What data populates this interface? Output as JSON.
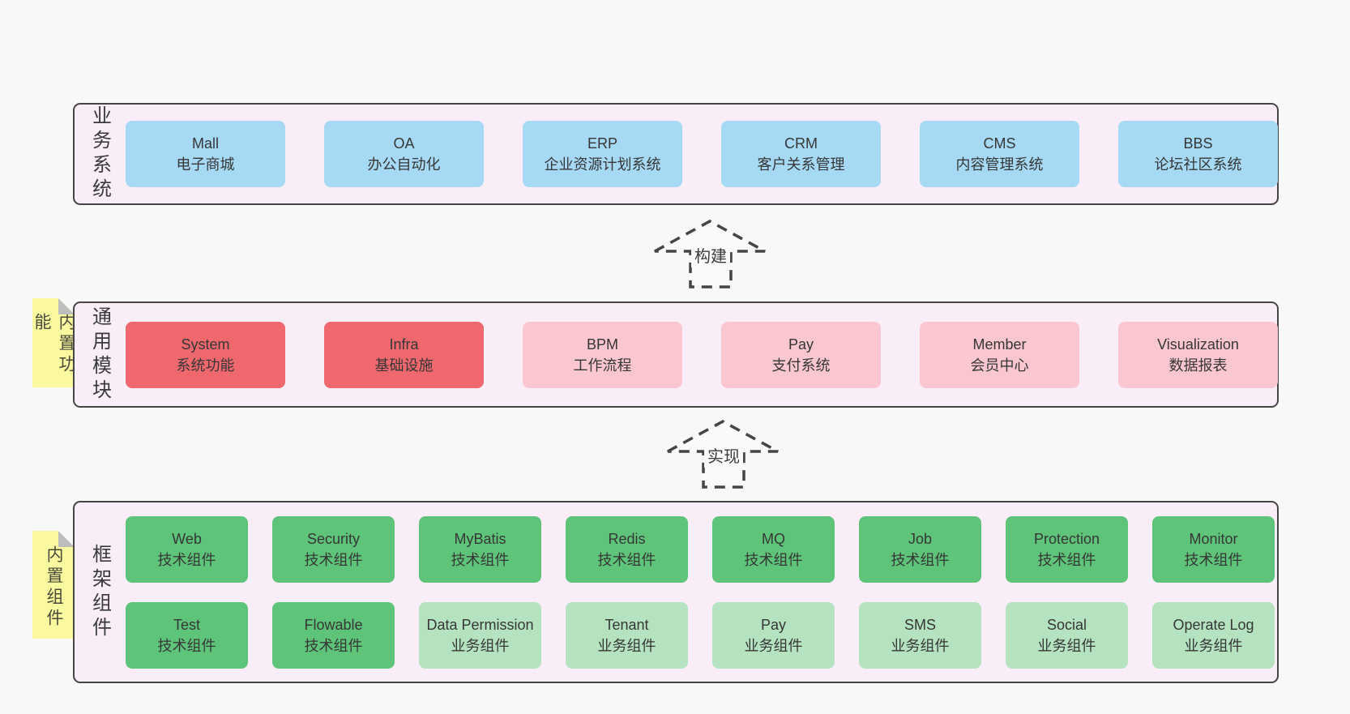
{
  "colors": {
    "page": "#f8f8f8",
    "band-bg": "#f9eef8",
    "border": "#454545",
    "blue": "#a6daf4",
    "red": "#ef686e",
    "pink": "#fac6d0",
    "green": "#5ec47a",
    "green-light": "#b5e3c0",
    "sticky": "#fbf9a0",
    "fold": "#bdbdbd"
  },
  "arrows": [
    {
      "label": "构建"
    },
    {
      "label": "实现"
    }
  ],
  "bands": [
    {
      "name": "business-systems",
      "side_label": "业务系统",
      "sticky_label": null,
      "box_rows": [
        [
          {
            "en": "Mall",
            "zh": "电子商城",
            "variant": "blue"
          },
          {
            "en": "OA",
            "zh": "办公自动化",
            "variant": "blue"
          },
          {
            "en": "ERP",
            "zh": "企业资源计划系统",
            "variant": "blue"
          },
          {
            "en": "CRM",
            "zh": "客户关系管理",
            "variant": "blue"
          },
          {
            "en": "CMS",
            "zh": "内容管理系统",
            "variant": "blue"
          },
          {
            "en": "BBS",
            "zh": "论坛社区系统",
            "variant": "blue"
          }
        ]
      ]
    },
    {
      "name": "common-modules",
      "side_label": "通用模块",
      "sticky_label": "内置功能",
      "box_rows": [
        [
          {
            "en": "System",
            "zh": "系统功能",
            "variant": "red"
          },
          {
            "en": "Infra",
            "zh": "基础设施",
            "variant": "red"
          },
          {
            "en": "BPM",
            "zh": "工作流程",
            "variant": "pink"
          },
          {
            "en": "Pay",
            "zh": "支付系统",
            "variant": "pink"
          },
          {
            "en": "Member",
            "zh": "会员中心",
            "variant": "pink"
          },
          {
            "en": "Visualization",
            "zh": "数据报表",
            "variant": "pink"
          }
        ]
      ]
    },
    {
      "name": "framework-components",
      "side_label": "框架组件",
      "sticky_label": "内置组件",
      "box_rows": [
        [
          {
            "en": "Web",
            "zh": "技术组件",
            "variant": "green"
          },
          {
            "en": "Security",
            "zh": "技术组件",
            "variant": "green"
          },
          {
            "en": "MyBatis",
            "zh": "技术组件",
            "variant": "green"
          },
          {
            "en": "Redis",
            "zh": "技术组件",
            "variant": "green"
          },
          {
            "en": "MQ",
            "zh": "技术组件",
            "variant": "green"
          },
          {
            "en": "Job",
            "zh": "技术组件",
            "variant": "green"
          },
          {
            "en": "Protection",
            "zh": "技术组件",
            "variant": "green"
          },
          {
            "en": "Monitor",
            "zh": "技术组件",
            "variant": "green"
          }
        ],
        [
          {
            "en": "Test",
            "zh": "技术组件",
            "variant": "green"
          },
          {
            "en": "Flowable",
            "zh": "技术组件",
            "variant": "green"
          },
          {
            "en": "Data Permission",
            "zh": "业务组件",
            "variant": "green-light"
          },
          {
            "en": "Tenant",
            "zh": "业务组件",
            "variant": "green-light"
          },
          {
            "en": "Pay",
            "zh": "业务组件",
            "variant": "green-light"
          },
          {
            "en": "SMS",
            "zh": "业务组件",
            "variant": "green-light"
          },
          {
            "en": "Social",
            "zh": "业务组件",
            "variant": "green-light"
          },
          {
            "en": "Operate Log",
            "zh": "业务组件",
            "variant": "green-light"
          }
        ]
      ]
    }
  ]
}
